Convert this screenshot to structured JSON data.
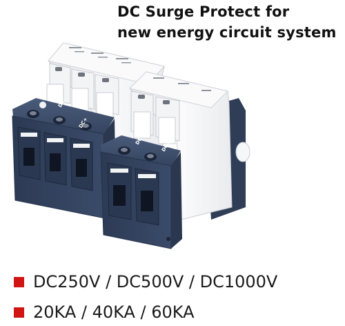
{
  "headline": {
    "line1": "DC Surge Protect for",
    "line2": "new energy circuit system"
  },
  "specs": [
    {
      "text": "DC250V / DC500V / DC1000V"
    },
    {
      "text": "20KA / 40KA / 60KA"
    }
  ],
  "product": {
    "left_block_labels": [
      "DC-",
      "DC+"
    ],
    "right_block_labels": [
      "DC-",
      "DC+"
    ],
    "base_color": "#34445f",
    "module_color": "#f4f5f6",
    "accent_color": "#d11414"
  }
}
